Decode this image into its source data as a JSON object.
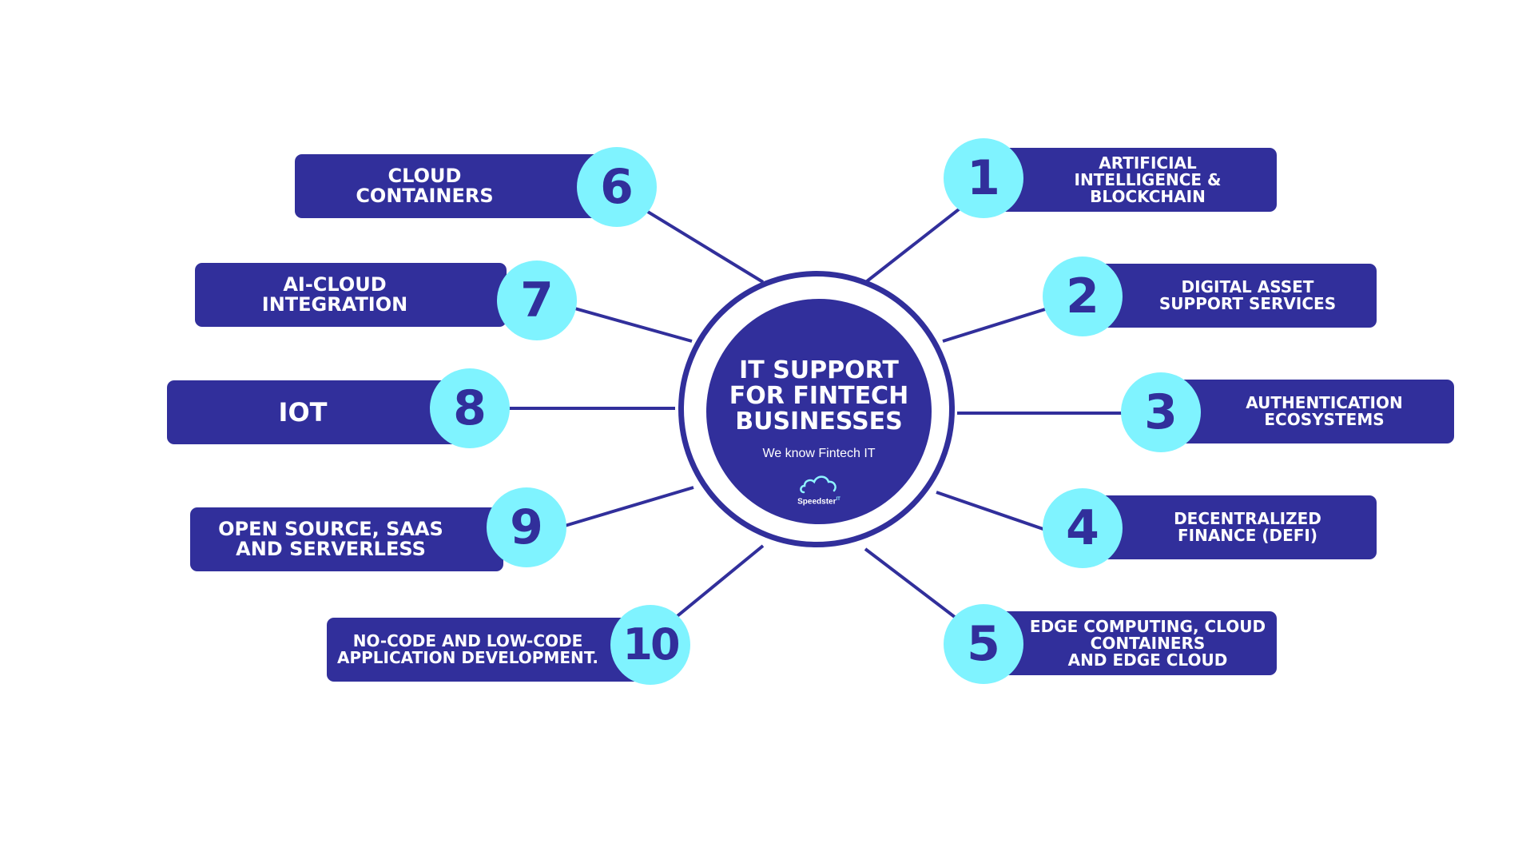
{
  "hub": {
    "title": "IT SUPPORT\nFOR FINTECH\nBUSINESSES",
    "subtitle": "We know Fintech IT",
    "logo": {
      "name": "Speedster",
      "mark": "IT",
      "icon": "cloud-icon"
    }
  },
  "items": [
    {
      "number": "1",
      "label": "ARTIFICIAL\nINTELLIGENCE &\nBLOCKCHAIN"
    },
    {
      "number": "2",
      "label": "DIGITAL ASSET\nSUPPORT SERVICES"
    },
    {
      "number": "3",
      "label": "AUTHENTICATION\nECOSYSTEMS"
    },
    {
      "number": "4",
      "label": "DECENTRALIZED\nFINANCE (DEFI)"
    },
    {
      "number": "5",
      "label": "EDGE COMPUTING, CLOUD\nCONTAINERS\nAND EDGE CLOUD"
    },
    {
      "number": "6",
      "label": "CLOUD\nCONTAINERS"
    },
    {
      "number": "7",
      "label": "AI-CLOUD\nINTEGRATION"
    },
    {
      "number": "8",
      "label": "IOT"
    },
    {
      "number": "9",
      "label": "OPEN SOURCE, SAAS\nAND SERVERLESS"
    },
    {
      "number": "10",
      "label": "NO-CODE AND LOW-CODE\nAPPLICATION DEVELOPMENT."
    }
  ],
  "colors": {
    "navy": "#312f9b",
    "badge": "#7ff3ff",
    "text": "#ffffff",
    "background": "#ffffff"
  }
}
